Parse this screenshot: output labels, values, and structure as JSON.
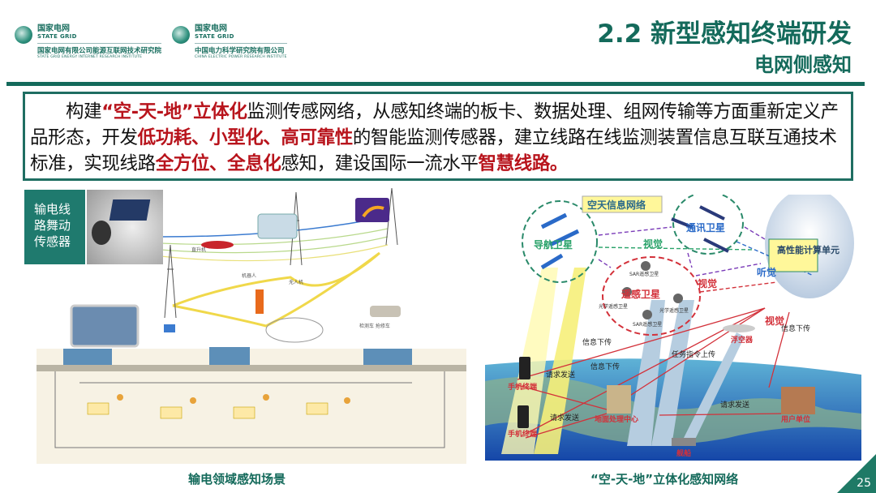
{
  "header": {
    "logos": [
      {
        "cn": "国家电网",
        "en": "STATE GRID",
        "org_cn": "国家电网有限公司能源互联网技术研究院",
        "org_en": "STATE GRID ENERGY INTERNET RESEARCH INSTITUTE"
      },
      {
        "cn": "国家电网",
        "en": "STATE GRID",
        "org_cn": "中国电力科学研究院有限公司",
        "org_en": "CHINA ELECTRIC POWER RESEARCH INSTITUTE"
      }
    ],
    "title": "2.2 新型感知终端研发",
    "subtitle": "电网侧感知"
  },
  "summary": {
    "segments": [
      {
        "text": "构建",
        "highlight": false
      },
      {
        "text": "“空-天-地”立体化",
        "highlight": true
      },
      {
        "text": "监测传感网络，从感知终端的板卡、数据处理、组网传输等方面重新定义产品形态，开发",
        "highlight": false
      },
      {
        "text": "低功耗、小型化、高可靠性",
        "highlight": true
      },
      {
        "text": "的智能监测传感器，建立线路在线监测装置信息互联互通技术标准，实现线路",
        "highlight": false
      },
      {
        "text": "全方位、全息化",
        "highlight": true
      },
      {
        "text": "感知，建设国际一流水平",
        "highlight": false
      },
      {
        "text": "智慧线路。",
        "highlight": true
      }
    ]
  },
  "left_figure": {
    "sensor_label": "输电线路舞动传感器",
    "labels": {
      "helicopter": "直升机",
      "drone": "无人机",
      "robot": "机器人",
      "inspection": "检测车  抢修车"
    },
    "caption": "输电领域感知场景"
  },
  "right_figure": {
    "labels": {
      "network": "空天信息网络",
      "nav_sat": "导航卫星",
      "comm_sat": "通讯卫星",
      "compute": "高性能计算单元",
      "remote_sat": "遥感卫星",
      "sar1": "SAR遥感卫星",
      "sar2": "SAR遥感卫星",
      "optical1": "光学遥感卫星",
      "optical2": "光学遥感卫星",
      "vision1": "视觉",
      "vision2": "视觉",
      "vision3": "视觉",
      "hearing": "听觉",
      "down1": "信息下传",
      "down2": "信息下传",
      "down3": "信息下传",
      "req1": "请求发送",
      "req2": "请求发送",
      "req3": "请求发送",
      "uplink": "任务指令上传",
      "aerostat": "浮空器",
      "phone1": "手机终端",
      "phone2": "手机终端",
      "ground": "地面处理中心",
      "user": "用户单位",
      "ship": "舰船"
    },
    "caption": "“空-天-地”立体化感知网络"
  },
  "page_number": "25",
  "colors": {
    "brand": "#146a5b",
    "highlight": "#b8141c"
  }
}
